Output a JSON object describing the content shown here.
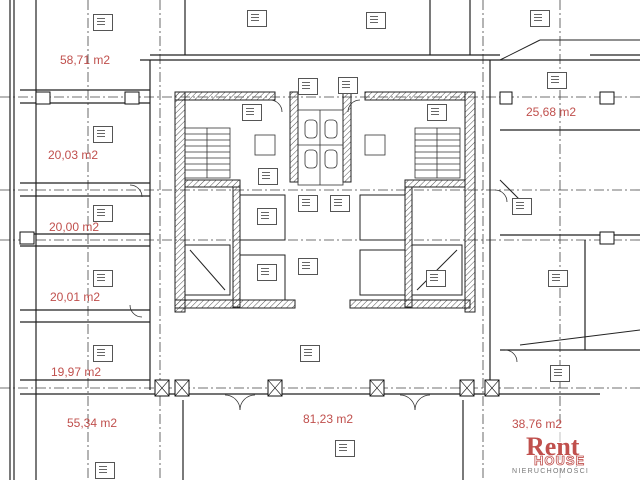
{
  "rooms": [
    {
      "area": "58,71 m2"
    },
    {
      "area": "25,68 m2"
    },
    {
      "area": "20,03 m2"
    },
    {
      "area": "20,00 m2"
    },
    {
      "area": "20,01 m2"
    },
    {
      "area": "19,97 m2"
    },
    {
      "area": "55,34 m2"
    },
    {
      "area": "81,23 m2"
    },
    {
      "area": "38,76 m2"
    }
  ],
  "logo": {
    "rent": "Rent",
    "house": "HOUSE",
    "subtitle": "NIERUCHOMOŚCI"
  },
  "colors": {
    "label": "#c0504d",
    "wall": "#2b2b2b",
    "grid": "#333333"
  }
}
